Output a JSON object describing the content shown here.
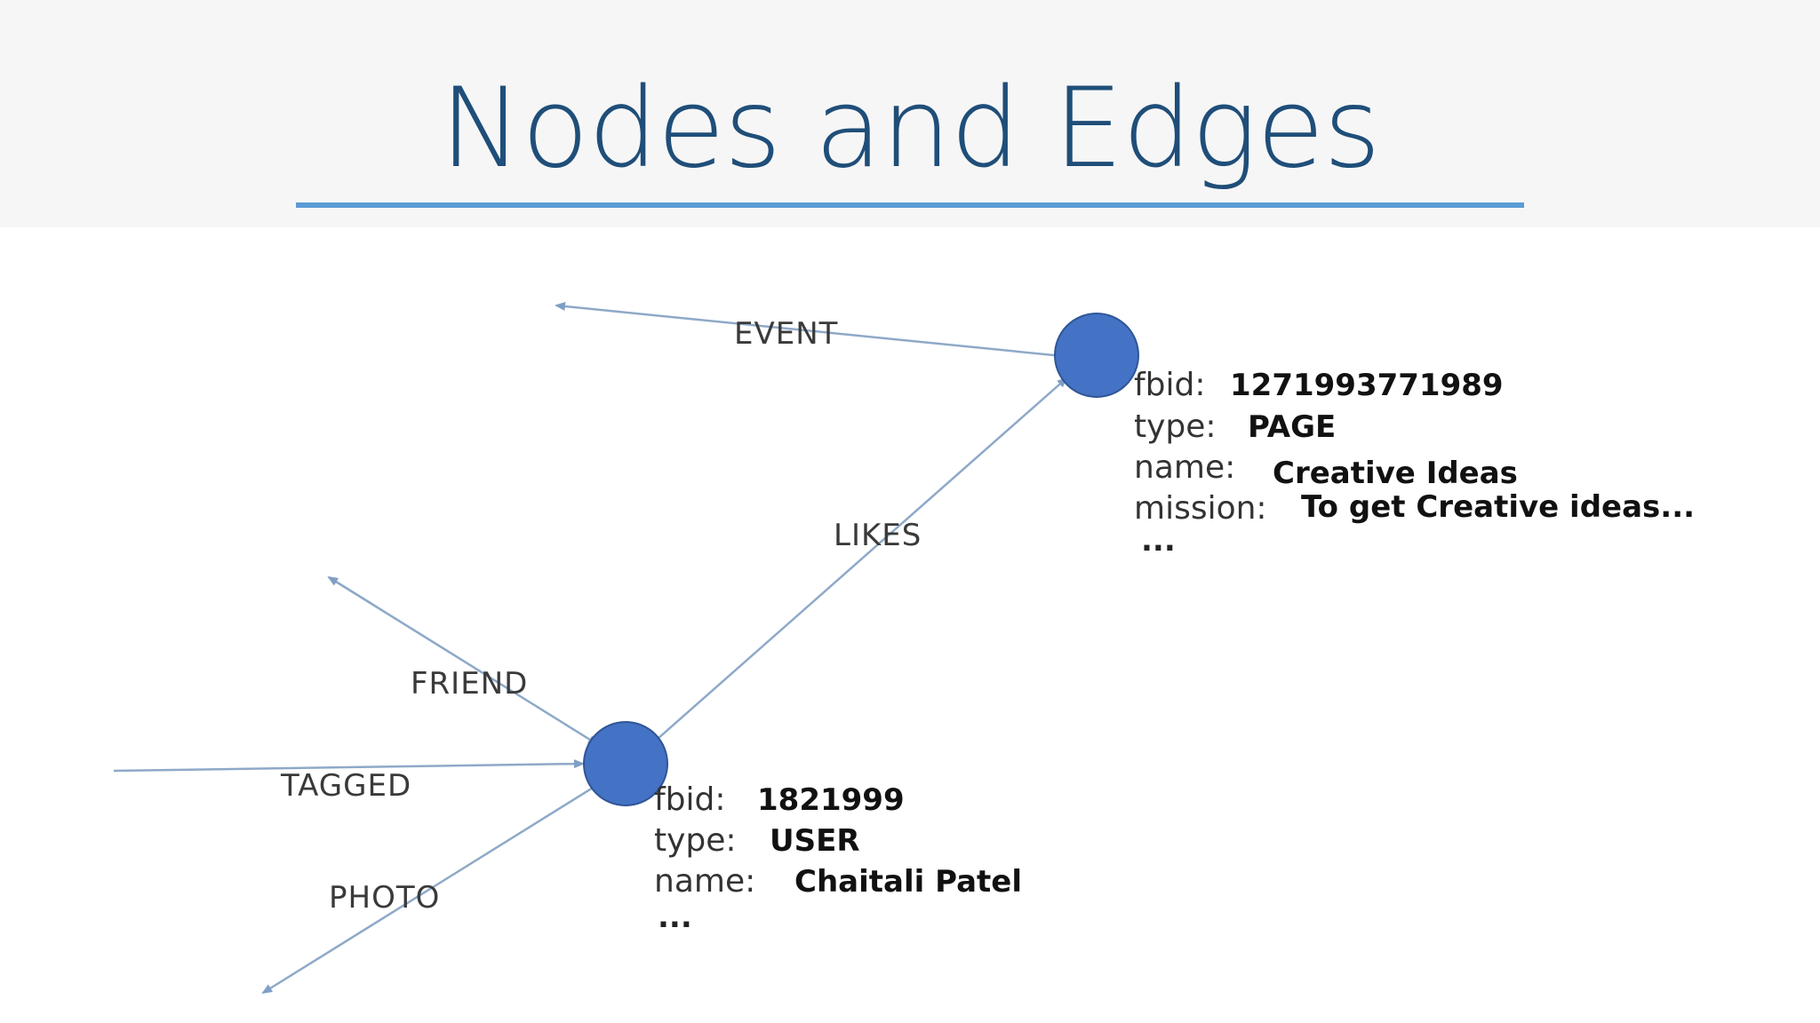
{
  "slide": {
    "title": "Nodes and Edges"
  },
  "colors": {
    "title": "#1f4e79",
    "rule": "#5b9bd5",
    "node_fill": "#4472c4",
    "edge": "#8ea9c8"
  },
  "edges": {
    "event": "EVENT",
    "likes": "LIKES",
    "friend": "FRIEND",
    "tagged": "TAGGED",
    "photo": "PHOTO"
  },
  "page_node": {
    "fbid_key": "fbid:",
    "fbid_val": "1271993771989",
    "type_key": "type:",
    "type_val": "PAGE",
    "name_key": "name:",
    "name_val": "Creative Ideas",
    "mission_key": "mission:",
    "mission_val": "To get Creative ideas...",
    "more": "..."
  },
  "user_node": {
    "fbid_key": "fbid:",
    "fbid_val": "1821999",
    "type_key": "type:",
    "type_val": "USER",
    "name_key": "name:",
    "name_val": "Chaitali Patel",
    "more": "..."
  }
}
